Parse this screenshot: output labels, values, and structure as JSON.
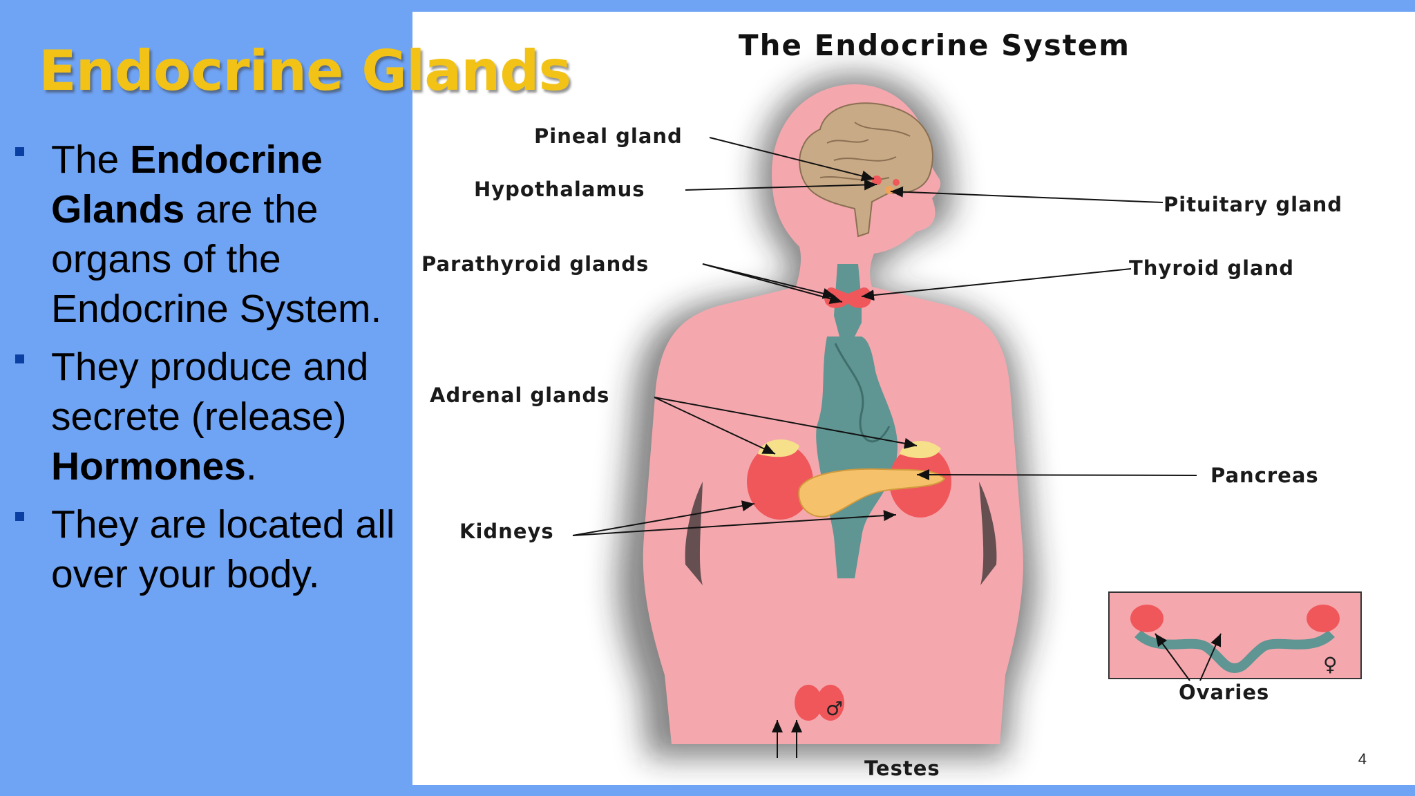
{
  "slide": {
    "title": "Endocrine Glands",
    "page_number": "4",
    "bullets": [
      {
        "parts": [
          {
            "text": "The ",
            "bold": false
          },
          {
            "text": "Endocrine Glands",
            "bold": true
          },
          {
            "text": " are the organs of the Endocrine System.",
            "bold": false
          }
        ]
      },
      {
        "parts": [
          {
            "text": "They produce and secrete (release) ",
            "bold": false
          },
          {
            "text": "Hormones",
            "bold": true
          },
          {
            "text": ".",
            "bold": false
          }
        ]
      },
      {
        "parts": [
          {
            "text": "They are located all over your body.",
            "bold": false
          }
        ]
      }
    ]
  },
  "diagram": {
    "title": "The Endocrine System",
    "labels": {
      "pineal": "Pineal gland",
      "hypothalamus": "Hypothalamus",
      "pituitary": "Pituitary gland",
      "parathyroid": "Parathyroid glands",
      "thyroid": "Thyroid gland",
      "adrenal": "Adrenal glands",
      "pancreas": "Pancreas",
      "kidneys": "Kidneys",
      "ovaries": "Ovaries",
      "testes": "Testes"
    },
    "male_symbol": "♂",
    "female_symbol": "♀"
  },
  "colors": {
    "background": "#6fa3f4",
    "title": "#f2c316",
    "bullet": "#0b3fa2",
    "body": "#f4a8ae",
    "organ_teal": "#5f9592",
    "gland_red": "#f0575a",
    "gland_yellow": "#f7e08a",
    "pancreas": "#f5c26b",
    "brain": "#c9aa86"
  }
}
